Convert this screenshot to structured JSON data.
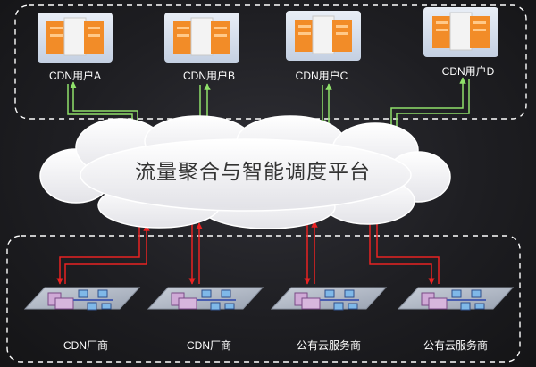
{
  "platform": {
    "title": "流量聚合与智能调度平台"
  },
  "cdn_users": [
    {
      "label": "CDN用户A"
    },
    {
      "label": "CDN用户B"
    },
    {
      "label": "CDN用户C"
    },
    {
      "label": "CDN用户D"
    }
  ],
  "providers": [
    {
      "label": "CDN厂商"
    },
    {
      "label": "CDN厂商"
    },
    {
      "label": "公有云服务商"
    },
    {
      "label": "公有云服务商"
    }
  ],
  "colors": {
    "background": "#1e1e22",
    "group_border": "#ffffff",
    "user_link": "#8fe06a",
    "provider_link": "#e82222",
    "cloud_fill": "#f4f4f6",
    "server_orange": "#f28c28",
    "server_white": "#f3f3f3"
  }
}
